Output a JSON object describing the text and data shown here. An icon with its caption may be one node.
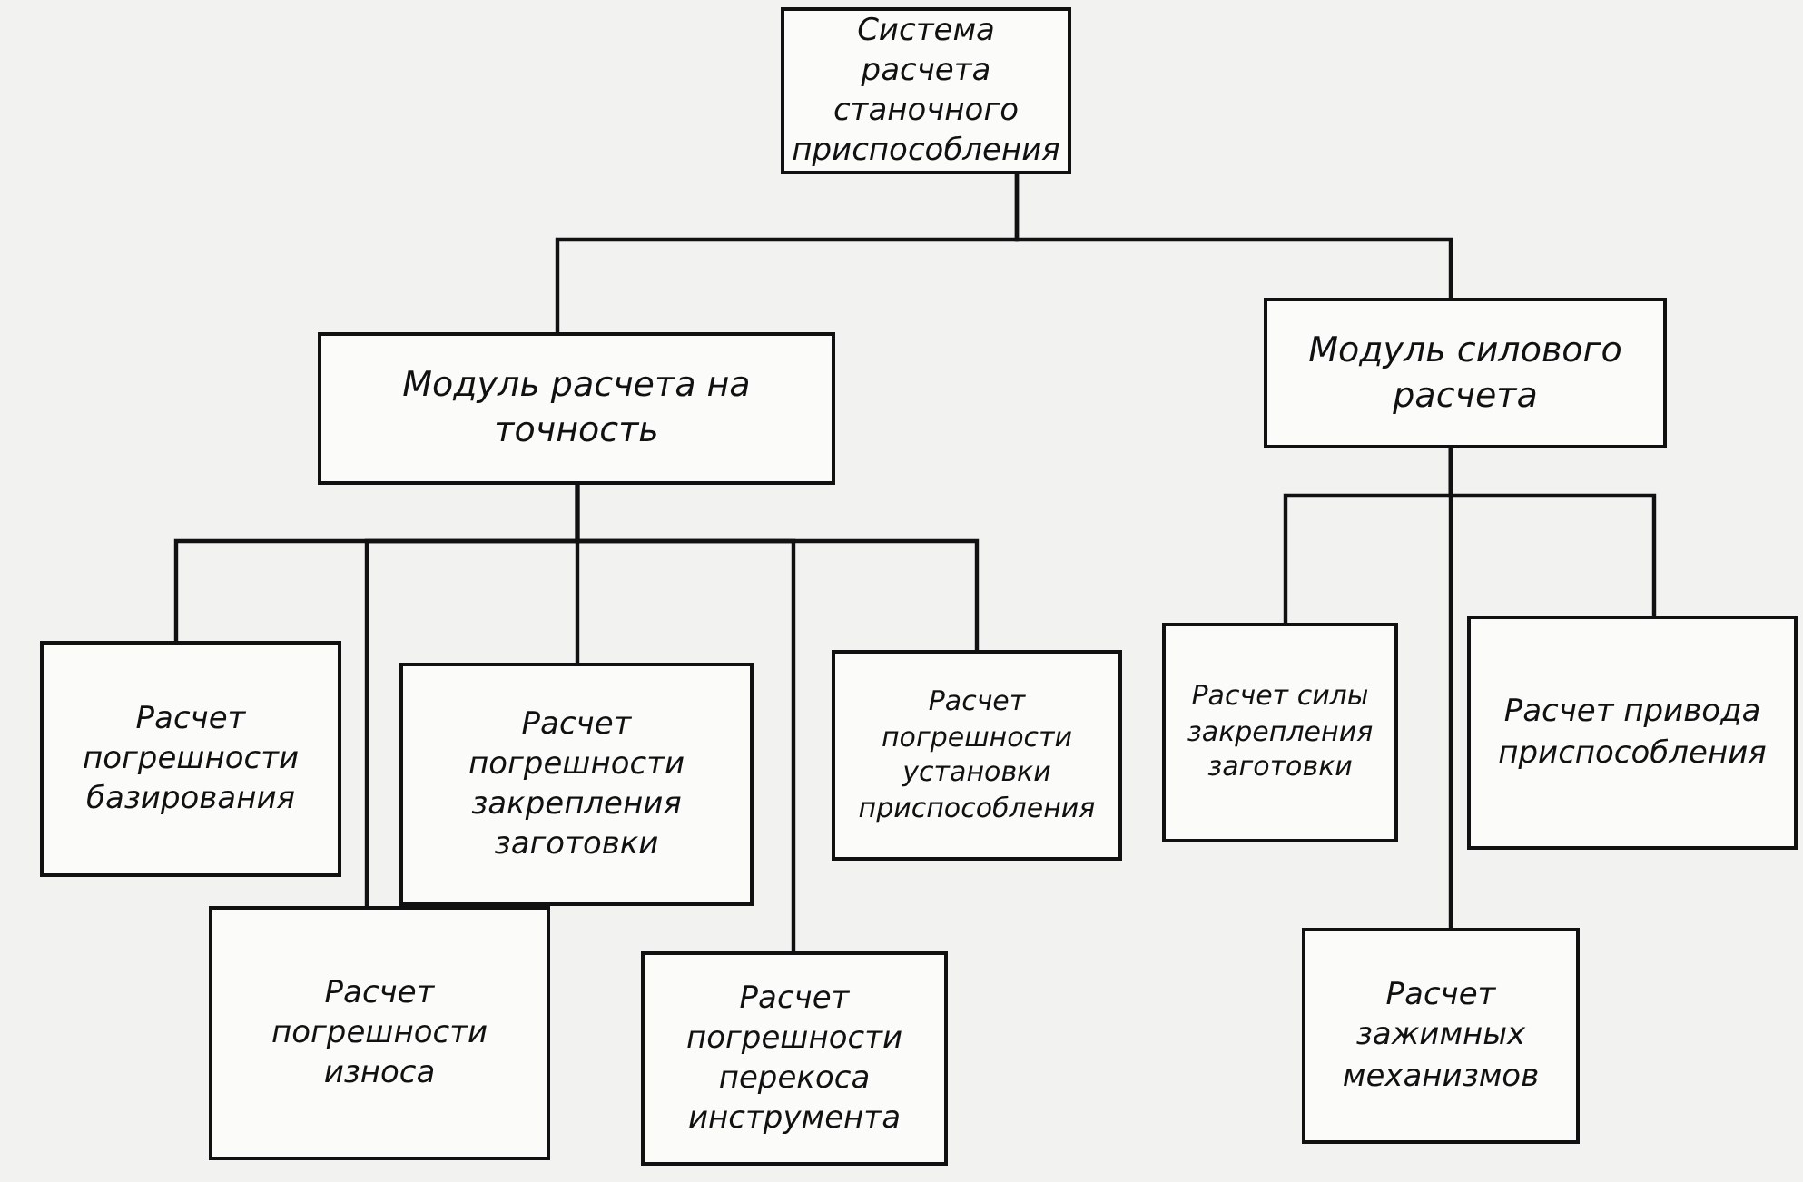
{
  "diagram": {
    "nodes": [
      {
        "text": [
          "Система расчета станочного приспособления"
        ]
      },
      {
        "text": [
          "Модуль расчета на точность"
        ]
      },
      {
        "text": [
          "Модуль силового расчета"
        ]
      },
      {
        "text": [
          "Расчет погрешности базирования"
        ]
      },
      {
        "text": [
          "Расчет погрешности закрепления заготовки"
        ]
      },
      {
        "text": [
          "Расчет погрешности установки приспособления"
        ]
      },
      {
        "text": [
          "Расчет силы закрепления заготовки"
        ]
      },
      {
        "text": [
          "Расчет привода приспособления"
        ]
      },
      {
        "text": [
          "Расчет погрешности износа"
        ]
      },
      {
        "text": [
          "Расчет погрешности перекоса инструмента"
        ]
      },
      {
        "text": [
          "Расчет зажимных механизмов"
        ]
      }
    ],
    "edges": [
      {
        "from": 0,
        "to": 1,
        "arrow": "none"
      },
      {
        "from": 0,
        "to": 2,
        "arrow": "none"
      },
      {
        "from": 1,
        "to": 3,
        "arrow": "none"
      },
      {
        "from": 1,
        "to": 8,
        "arrow": "none"
      },
      {
        "from": 1,
        "to": 4,
        "arrow": "none"
      },
      {
        "from": 1,
        "to": 9,
        "arrow": "none"
      },
      {
        "from": 1,
        "to": 5,
        "arrow": "none"
      },
      {
        "from": 2,
        "to": 6,
        "arrow": "none"
      },
      {
        "from": 2,
        "to": 10,
        "arrow": "none"
      },
      {
        "from": 2,
        "to": 7,
        "arrow": "none"
      }
    ]
  }
}
